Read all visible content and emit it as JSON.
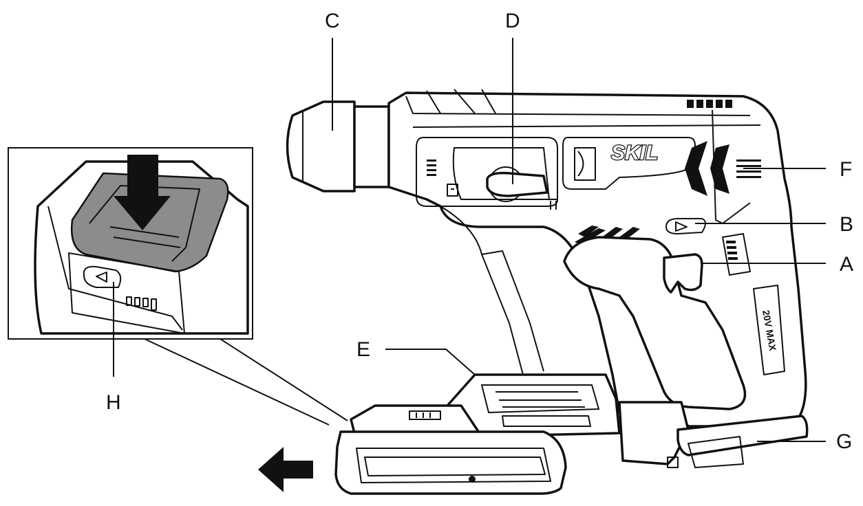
{
  "labels": {
    "A": "A",
    "B": "B",
    "C": "C",
    "D": "D",
    "E": "E",
    "F": "F",
    "G": "G",
    "H": "H"
  },
  "brand_text": "SKIL",
  "voltage_text": "20V MAX",
  "colors": {
    "line": "#111111",
    "background": "#ffffff",
    "release_button_fill": "#8c8c8c"
  }
}
